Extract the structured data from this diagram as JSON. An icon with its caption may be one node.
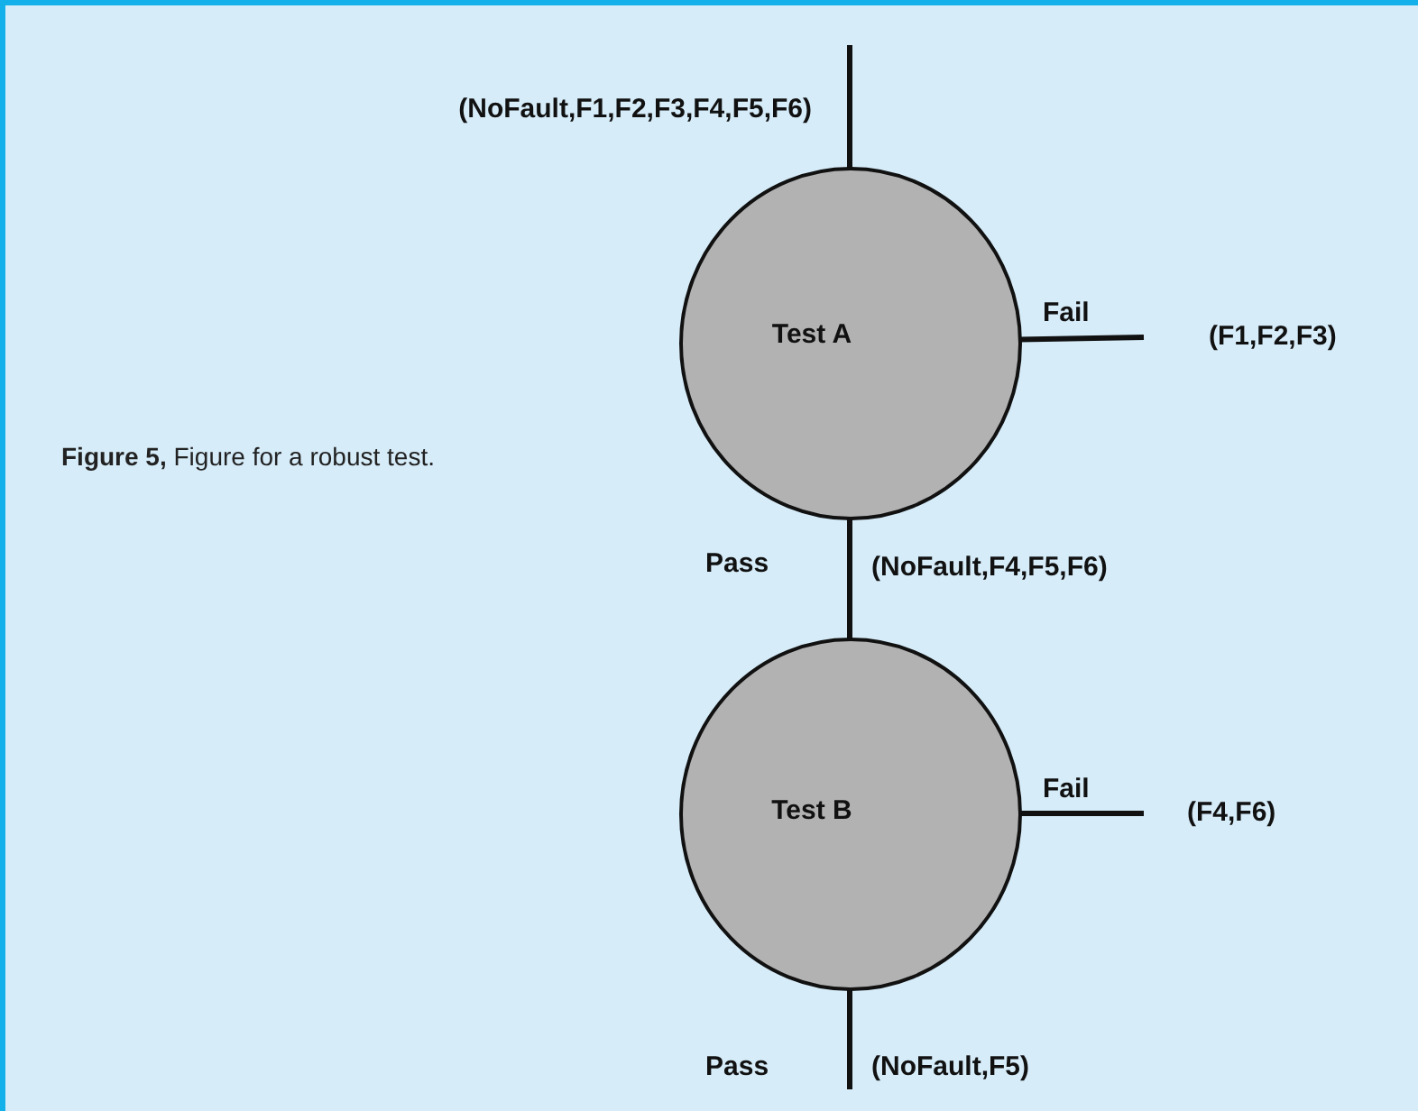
{
  "diagram": {
    "caption": "**Figure 5,** Figure for a robust test.",
    "nodes": [
      {
        "text": [
          "Test A"
        ]
      },
      {
        "text": [
          "Test B"
        ]
      }
    ],
    "edges": [
      {
        "from": null,
        "to": 0,
        "arrow": "none"
      },
      {
        "from": 0,
        "to": null,
        "label": "Fail",
        "arrow": "none"
      },
      {
        "from": 0,
        "to": 1,
        "label": "Pass",
        "arrow": "none"
      },
      {
        "from": 1,
        "to": null,
        "label": "Fail",
        "arrow": "none"
      },
      {
        "from": 1,
        "to": null,
        "label": "Pass",
        "arrow": "none"
      }
    ],
    "labels": [
      "(NoFault,F1,F2,F3,F4,F5,F6)",
      "(F1,F2,F3)",
      "(NoFault,F4,F5,F6)",
      "(F4,F6)",
      "(NoFault,F5)"
    ]
  }
}
